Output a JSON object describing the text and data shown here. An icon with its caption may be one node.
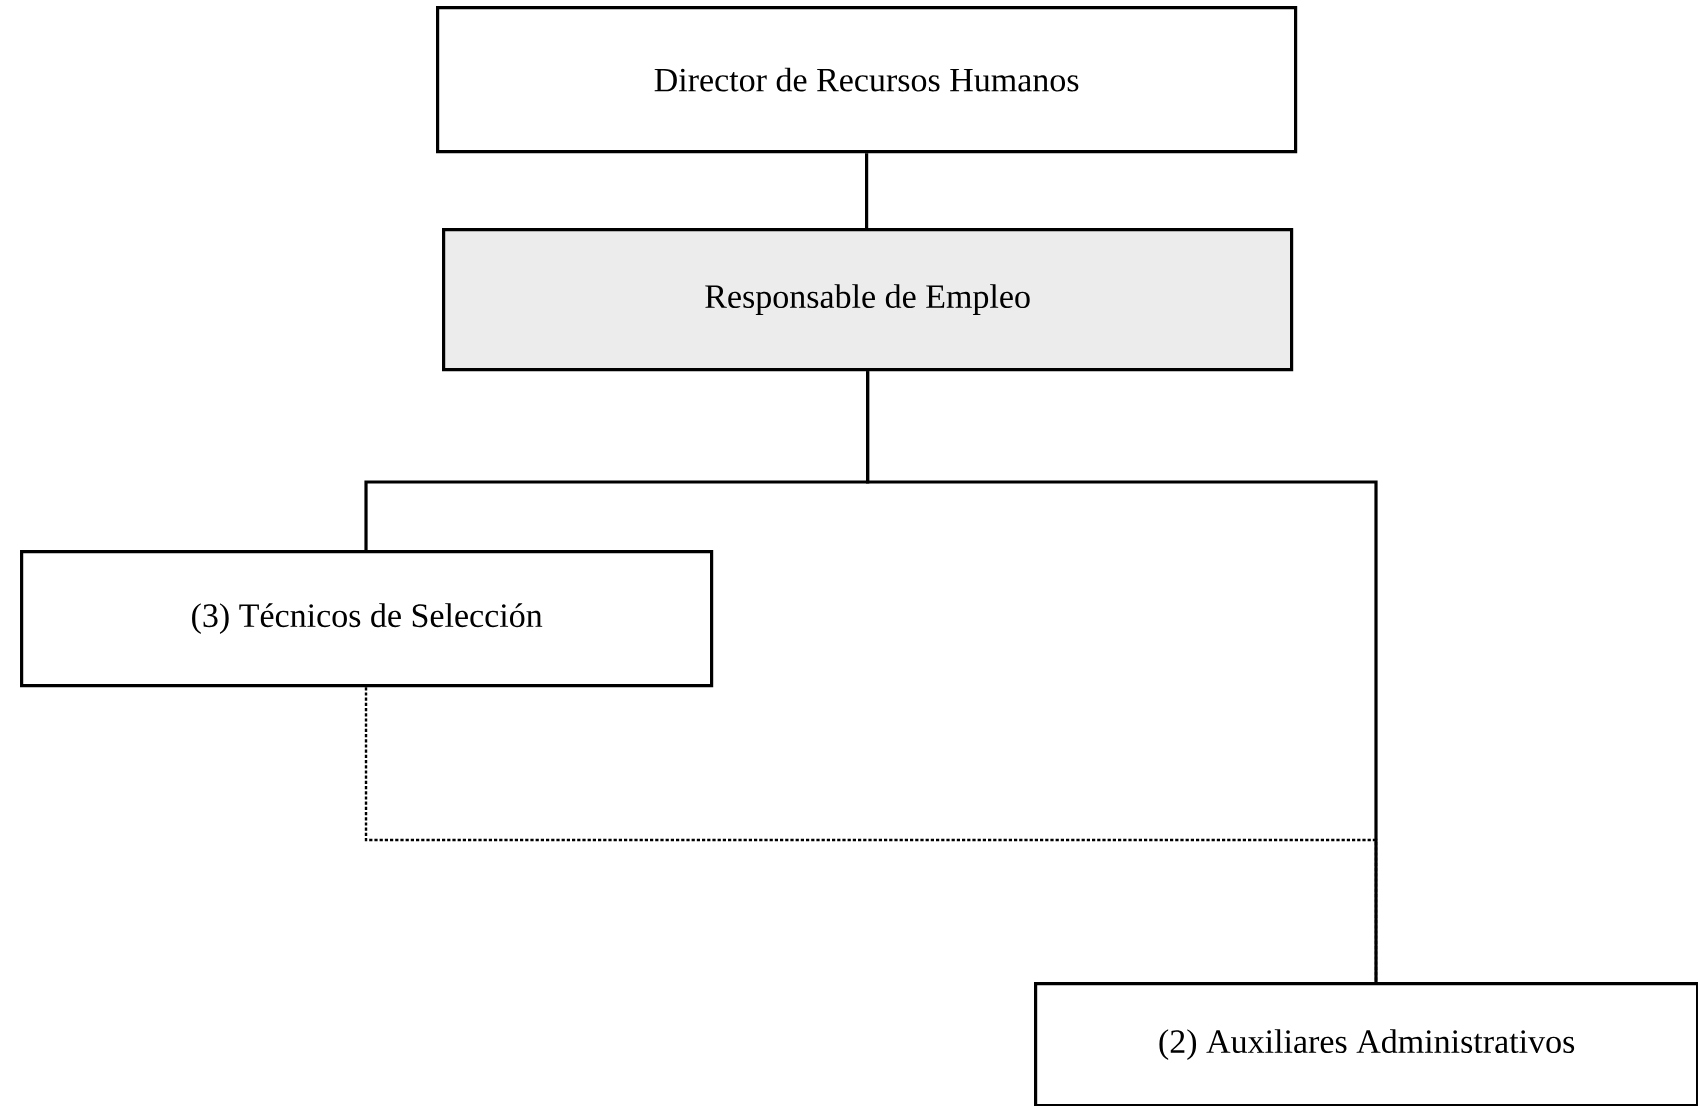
{
  "diagram": {
    "nodes": [
      {
        "text": [
          "Director de Recursos Humanos"
        ]
      },
      {
        "text": [
          "Responsable de Empleo"
        ]
      },
      {
        "text": [
          "(3) Técnicos de Selección"
        ]
      },
      {
        "text": [
          "(2) Auxiliares Administrativos"
        ]
      }
    ],
    "edges": [
      {
        "from": 0,
        "to": 1,
        "arrow": "none"
      },
      {
        "from": 1,
        "to": 2,
        "arrow": "none"
      },
      {
        "from": 1,
        "to": 3,
        "arrow": "none"
      },
      {
        "from": 2,
        "to": 3,
        "arrow": "none",
        "style": "dashed"
      }
    ]
  }
}
